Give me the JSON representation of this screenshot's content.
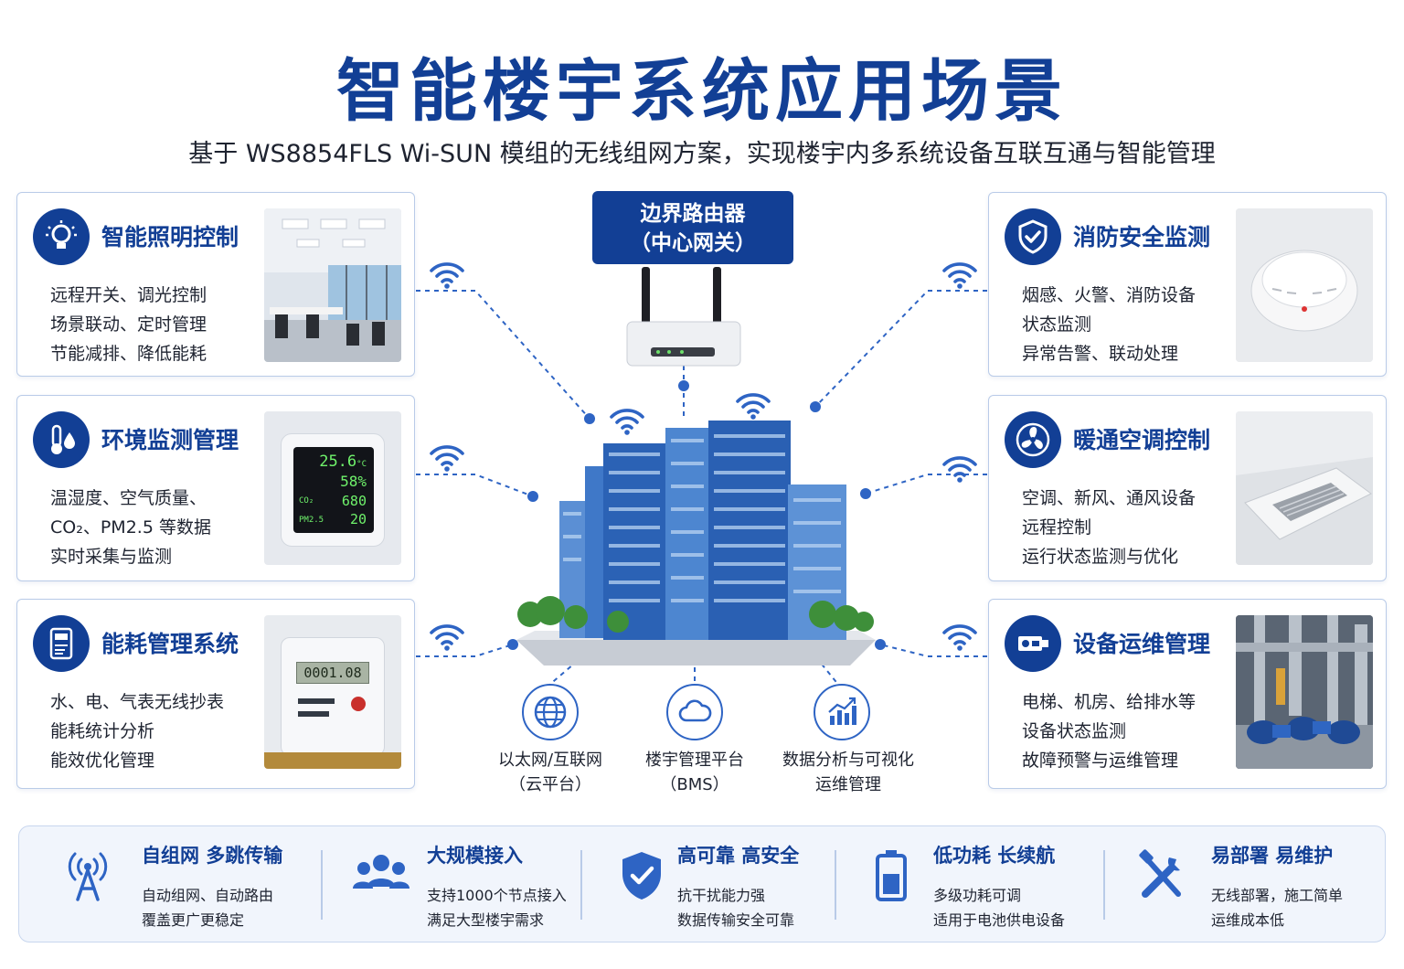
{
  "header": {
    "title": "智能楼宇系统应用场景",
    "subtitle": "基于 WS8854FLS Wi-SUN 模组的无线组网方案，实现楼宇内多系统设备互联互通与智能管理"
  },
  "router": {
    "line1": "边界路由器",
    "line2": "（中心网关）"
  },
  "left_cards": [
    {
      "title": "智能照明控制",
      "icon": "lightbulb-icon",
      "lines": [
        "远程开关、调光控制",
        "场景联动、定时管理",
        "节能减排、降低能耗"
      ]
    },
    {
      "title": "环境监测管理",
      "icon": "thermometer-drop-icon",
      "lines": [
        "温湿度、空气质量、",
        "CO₂、PM2.5 等数据",
        "实时采集与监测"
      ]
    },
    {
      "title": "能耗管理系统",
      "icon": "meter-icon",
      "lines": [
        "水、电、气表无线抄表",
        "能耗统计分析",
        "能效优化管理"
      ]
    }
  ],
  "right_cards": [
    {
      "title": "消防安全监测",
      "icon": "shield-check-icon",
      "lines": [
        "烟感、火警、消防设备",
        "状态监测",
        "异常告警、联动处理"
      ]
    },
    {
      "title": "暖通空调控制",
      "icon": "fan-icon",
      "lines": [
        "空调、新风、通风设备",
        "远程控制",
        "运行状态监测与优化"
      ]
    },
    {
      "title": "设备运维管理",
      "icon": "equipment-icon",
      "lines": [
        "电梯、机房、给排水等",
        "设备状态监测",
        "故障预警与运维管理"
      ]
    }
  ],
  "sensor_display": {
    "temp": "25.6",
    "temp_unit": "°C",
    "humidity": "58%",
    "co2_label": "CO₂",
    "co2": "680",
    "pm_label": "PM2.5",
    "pm": "20"
  },
  "meter_display": {
    "reading": "0001.08"
  },
  "platforms": [
    {
      "icon": "globe-icon",
      "line1": "以太网/互联网",
      "line2": "（云平台）"
    },
    {
      "icon": "cloud-icon",
      "line1": "楼宇管理平台",
      "line2": "（BMS）"
    },
    {
      "icon": "analytics-chart-icon",
      "line1": "数据分析与可视化",
      "line2": "运维管理"
    }
  ],
  "features": [
    {
      "icon": "antenna-tower-icon",
      "title": "自组网 多跳传输",
      "line1": "自动组网、自动路由",
      "line2": "覆盖更广更稳定"
    },
    {
      "icon": "users-icon",
      "title": "大规模接入",
      "line1": "支持1000个节点接入",
      "line2": "满足大型楼宇需求"
    },
    {
      "icon": "shield-check-icon",
      "title": "高可靠 高安全",
      "line1": "抗干扰能力强",
      "line2": "数据传输安全可靠"
    },
    {
      "icon": "battery-icon",
      "title": "低功耗 长续航",
      "line1": "多级功耗可调",
      "line2": "适用于电池供电设备"
    },
    {
      "icon": "tools-icon",
      "title": "易部署 易维护",
      "line1": "无线部署，施工简单",
      "line2": "运维成本低"
    }
  ],
  "colors": {
    "primary": "#123f95",
    "accent": "#2e64c4",
    "card_border": "#b9cbe8",
    "feature_bg": "#f1f5fc"
  }
}
